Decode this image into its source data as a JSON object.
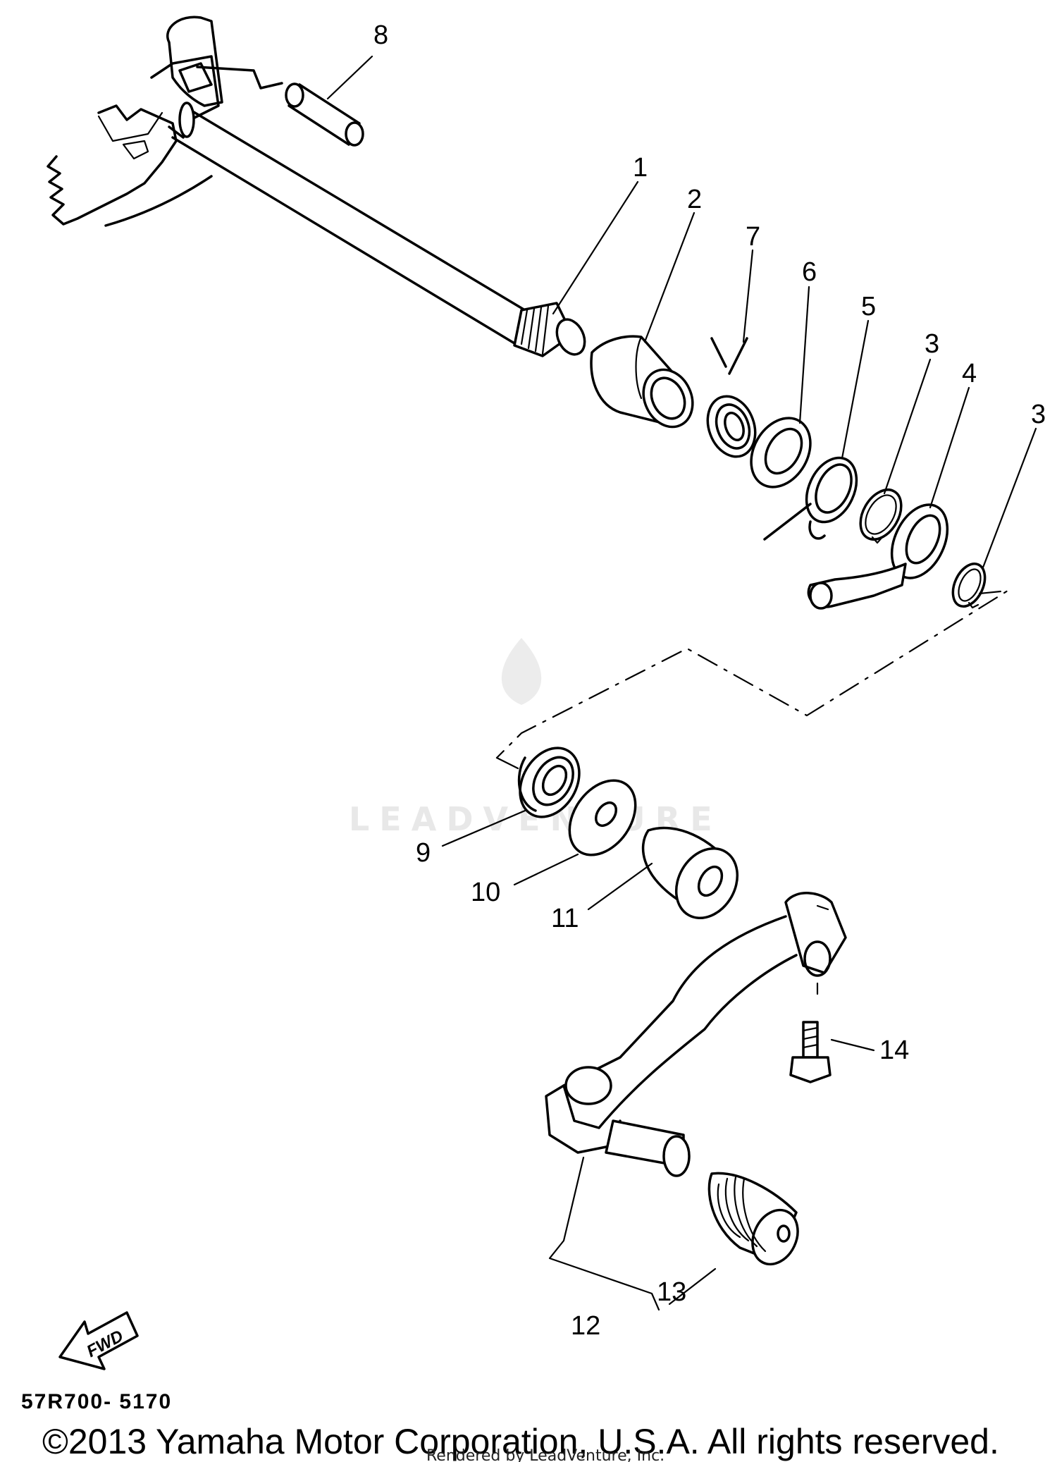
{
  "diagram": {
    "part_labels": [
      "1",
      "2",
      "3",
      "4",
      "5",
      "6",
      "7",
      "8",
      "9",
      "10",
      "11",
      "12",
      "13",
      "14"
    ],
    "duplicate_label": "3",
    "fwd_label": "FWD",
    "drawing_code": "57R700- 5170",
    "watermark_brand": "LEADVENTURE"
  },
  "footer": {
    "copyright": "©2013 Yamaha Motor Corporation, U.S.A. All rights reserved.",
    "rendered_by": "Rendered by LeadVenture, Inc."
  }
}
